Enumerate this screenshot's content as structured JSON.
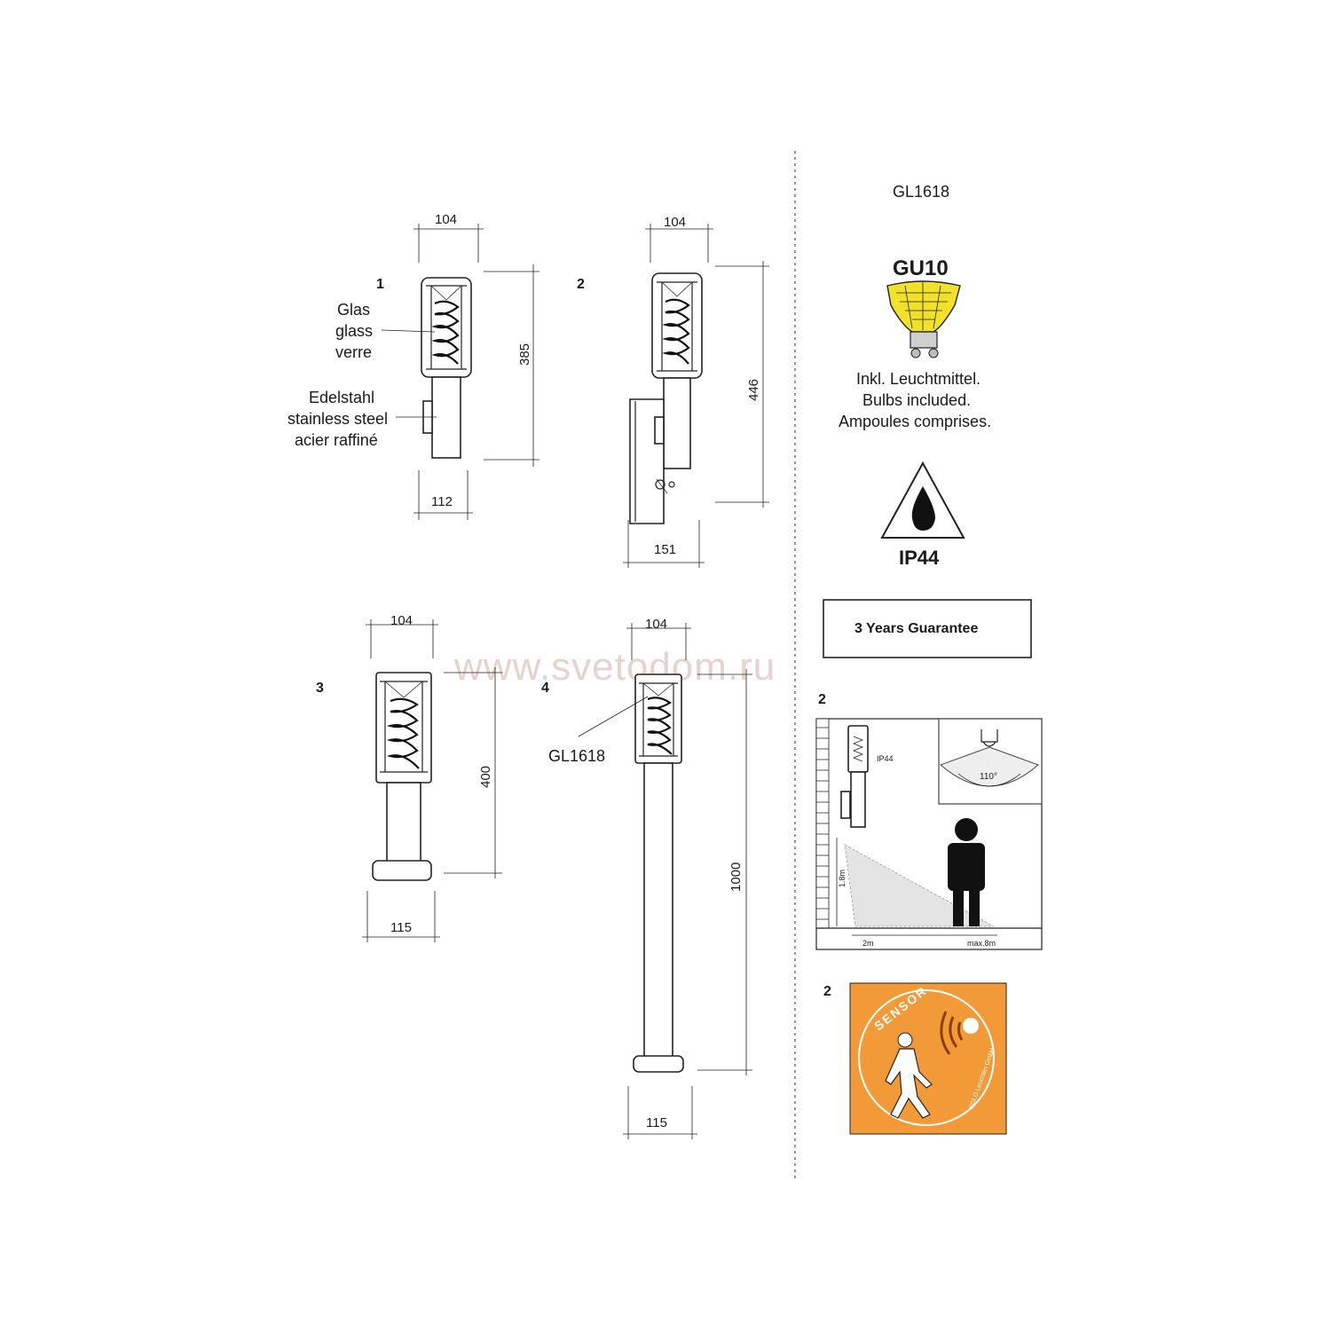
{
  "watermark": "www.svetodom.ru",
  "model_code": "GL1618",
  "variants": [
    {
      "number": "1",
      "width_top": "104",
      "width_bottom": "112",
      "height": "385"
    },
    {
      "number": "2",
      "width_top": "104",
      "width_bottom": "151",
      "height": "446"
    },
    {
      "number": "3",
      "width_top": "104",
      "width_bottom": "115",
      "height": "400"
    },
    {
      "number": "4",
      "width_top": "104",
      "width_bottom": "115",
      "height": "1000"
    }
  ],
  "materials": {
    "glass": [
      "Glas",
      "glass",
      "verre"
    ],
    "steel": [
      "Edelstahl",
      "stainless steel",
      "acier raffiné"
    ]
  },
  "variant4_callout": "GL1618",
  "bulb": {
    "type": "GU10",
    "included": [
      "Inkl. Leuchtmittel.",
      "Bulbs included.",
      "Ampoules comprises."
    ]
  },
  "ip_rating": "IP44",
  "guarantee": "3 Years Guarantee",
  "sensor_diagram": {
    "variant_number": "2",
    "ip_label": "IP44",
    "angle": "110°",
    "mount_height": "1.8m",
    "near_distance": "2m",
    "max_distance": "max.8m"
  },
  "sensor_badge": {
    "variant_number": "2",
    "label": "SENSOR",
    "maker": "EGLO Leuchten GmbH"
  },
  "colors": {
    "bulb_yellow": "#f2e12a",
    "badge_orange": "#f39a38"
  },
  "icons": [
    "bulb-icon",
    "water-drop-icon",
    "motion-waves-icon",
    "walking-person-icon",
    "standing-person-icon"
  ]
}
